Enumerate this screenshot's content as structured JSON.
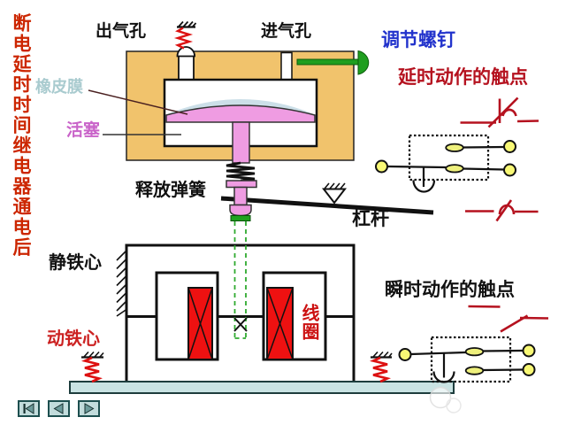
{
  "title": {
    "text": "断电延时时间继电器通电后",
    "color": "#cc2600"
  },
  "labels": {
    "air_outlet": {
      "text": "出气孔",
      "color": "#111111"
    },
    "air_inlet": {
      "text": "进气孔",
      "color": "#111111"
    },
    "adjust_screw": {
      "text": "调节螺钉",
      "color": "#2233cc"
    },
    "delayed_contacts": {
      "text": "延时动作的触点",
      "color": "#b5121f"
    },
    "rubber_membrane": {
      "text": "橡皮膜",
      "color": "#a9cbcf"
    },
    "piston": {
      "text": "活塞",
      "color": "#c963c9"
    },
    "release_spring": {
      "text": "释放弹簧",
      "color": "#111111"
    },
    "lever": {
      "text": "杠杆",
      "color": "#111111"
    },
    "static_core": {
      "text": "静铁心",
      "color": "#111111"
    },
    "moving_core": {
      "text": "动铁心",
      "color": "#cc2222"
    },
    "coil": {
      "text": "线圈",
      "color": "#cc1111"
    },
    "instant_contacts": {
      "text": "瞬时动作的触点",
      "color": "#111111"
    }
  },
  "colors": {
    "block_tan": "#f1c36c",
    "membrane_pink": "#ef9ce2",
    "membrane_blue": "#ccdfe8",
    "coil_red": "#ee1111",
    "screw_green": "#1f9e1f",
    "pad_green": "#1fa11f",
    "guide_dash_green": "#2faa2f",
    "spring_red": "#dd1111",
    "terminal_yellow": "#f8f875",
    "blade_yellow": "#eef07c",
    "base_cyan": "#c9e3e3",
    "schematic_red": "#b5121f",
    "nav_button_bg": "#c2dcdc"
  },
  "nav": {
    "buttons": [
      {
        "name": "first",
        "icon": "skip-to-start-icon"
      },
      {
        "name": "prev",
        "icon": "arrow-left-icon"
      },
      {
        "name": "next",
        "icon": "arrow-right-icon"
      }
    ]
  }
}
